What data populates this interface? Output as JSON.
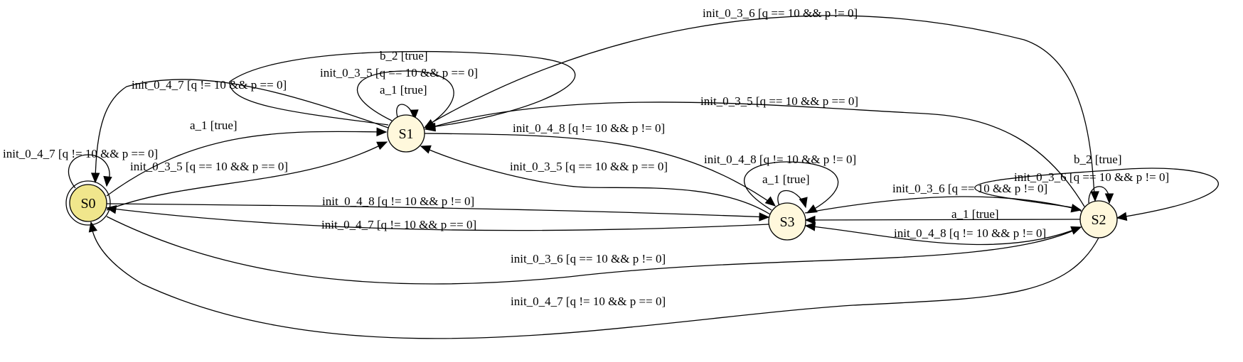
{
  "diagram": {
    "type": "state-machine",
    "colors": {
      "initial_fill": "#f0e68c",
      "state_fill": "#fff8dc",
      "stroke": "#000000",
      "background": "#ffffff"
    },
    "nodes": [
      {
        "id": "S0",
        "label": "S0",
        "initial": true
      },
      {
        "id": "S1",
        "label": "S1",
        "initial": false
      },
      {
        "id": "S2",
        "label": "S2",
        "initial": false
      },
      {
        "id": "S3",
        "label": "S3",
        "initial": false
      }
    ],
    "edges": [
      {
        "from": "S0",
        "to": "S0",
        "label": "init_0_4_7 [q != 10 && p == 0]"
      },
      {
        "from": "S0",
        "to": "S1",
        "label": "a_1 [true]"
      },
      {
        "from": "S0",
        "to": "S1",
        "label": "init_0_3_5 [q == 10 && p == 0]"
      },
      {
        "from": "S1",
        "to": "S0",
        "label": "init_0_4_7 [q != 10 && p == 0]"
      },
      {
        "from": "S1",
        "to": "S1",
        "label": "a_1 [true]"
      },
      {
        "from": "S1",
        "to": "S1",
        "label": "init_0_3_5 [q == 10 && p == 0]"
      },
      {
        "from": "S1",
        "to": "S1",
        "label": "b_2 [true]"
      },
      {
        "from": "S1",
        "to": "S2",
        "label": "init_0_3_6 [q == 10 && p != 0]"
      },
      {
        "from": "S2",
        "to": "S1",
        "label": "init_0_3_5 [q == 10 && p == 0]"
      },
      {
        "from": "S1",
        "to": "S3",
        "label": "init_0_4_8 [q != 10 && p != 0]"
      },
      {
        "from": "S3",
        "to": "S1",
        "label": "init_0_3_5 [q == 10 && p == 0]"
      },
      {
        "from": "S3",
        "to": "S3",
        "label": "a_1 [true]"
      },
      {
        "from": "S3",
        "to": "S3",
        "label": "init_0_4_8 [q != 10 && p != 0]"
      },
      {
        "from": "S0",
        "to": "S3",
        "label": "init_0_4_8 [q != 10 && p != 0]"
      },
      {
        "from": "S3",
        "to": "S0",
        "label": "init_0_4_7 [q != 10 && p == 0]"
      },
      {
        "from": "S3",
        "to": "S2",
        "label": "init_0_3_6 [q == 10 && p != 0]"
      },
      {
        "from": "S2",
        "to": "S3",
        "label": "a_1 [true]"
      },
      {
        "from": "S2",
        "to": "S3",
        "label": "init_0_4_8 [q != 10 && p != 0]"
      },
      {
        "from": "S2",
        "to": "S2",
        "label": "b_2 [true]"
      },
      {
        "from": "S2",
        "to": "S2",
        "label": "init_0_3_6 [q == 10 && p != 0]"
      },
      {
        "from": "S0",
        "to": "S2",
        "label": "init_0_3_6 [q == 10 && p != 0]"
      },
      {
        "from": "S2",
        "to": "S0",
        "label": "init_0_4_7 [q != 10 && p == 0]"
      }
    ]
  }
}
